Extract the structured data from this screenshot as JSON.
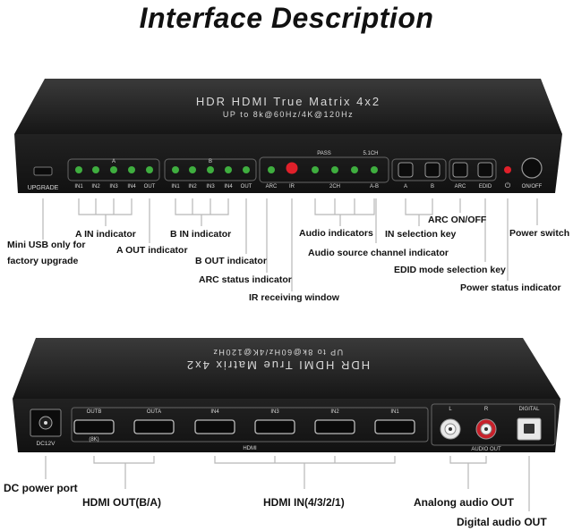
{
  "title": "Interface Description",
  "front": {
    "device_name": "HDR HDMI True Matrix 4x2",
    "device_sub": "UP to 8k@60Hz/4K@120Hz",
    "upgrade": "UPGRADE",
    "group_a": "A",
    "group_b": "B",
    "in_labels": [
      "IN1",
      "IN2",
      "IN3",
      "IN4",
      "OUT"
    ],
    "pass": "PASS",
    "ch51": "5.1CH",
    "arc": "ARC",
    "ir": "IR",
    "ch2": "2CH",
    "ab": "A-B",
    "key_a": "A",
    "key_b": "B",
    "arc2": "ARC",
    "edid": "EDID",
    "onoff": "ON/OFF"
  },
  "rear": {
    "device_name": "HDR HDMI True Matrix 4x2",
    "device_sub": "UP to 8k@60Hz/4K@120Hz",
    "port_labels": [
      "OUTB",
      "OUTA",
      "IN4",
      "IN3",
      "IN2",
      "IN1"
    ],
    "bk": "(8K)",
    "hdmi": "HDMI",
    "dc": "DC12V",
    "l": "L",
    "r": "R",
    "digital": "DIGITAL",
    "audio_out": "AUDIO OUT"
  },
  "callouts": {
    "mini_usb": "Mini USB only for",
    "factory": "factory upgrade",
    "a_in": "A IN indicator",
    "a_out": "A OUT indicator",
    "b_in": "B IN indicator",
    "b_out": "B OUT indicator",
    "arc_status": "ARC status indicator",
    "ir_window": "IR receiving window",
    "audio_ind": "Audio indicators",
    "audio_src": "Audio source channel indicator",
    "arc_onoff": "ARC ON/OFF",
    "in_sel": "IN selection key",
    "power_switch": "Power switch",
    "edid_sel": "EDID mode selection key",
    "power_status": "Power status indicator",
    "dc_power": "DC power port",
    "hdmi_out": "HDMI OUT(B/A)",
    "hdmi_in": "HDMI IN(4/3/2/1)",
    "analog_audio": "Analong audio OUT",
    "digital_audio": "Digital audio OUT"
  },
  "colors": {
    "led_green": "#3fae3f",
    "led_red": "#e0202a",
    "device_body": "#1b1b1b",
    "rca_red": "#c8202a"
  }
}
